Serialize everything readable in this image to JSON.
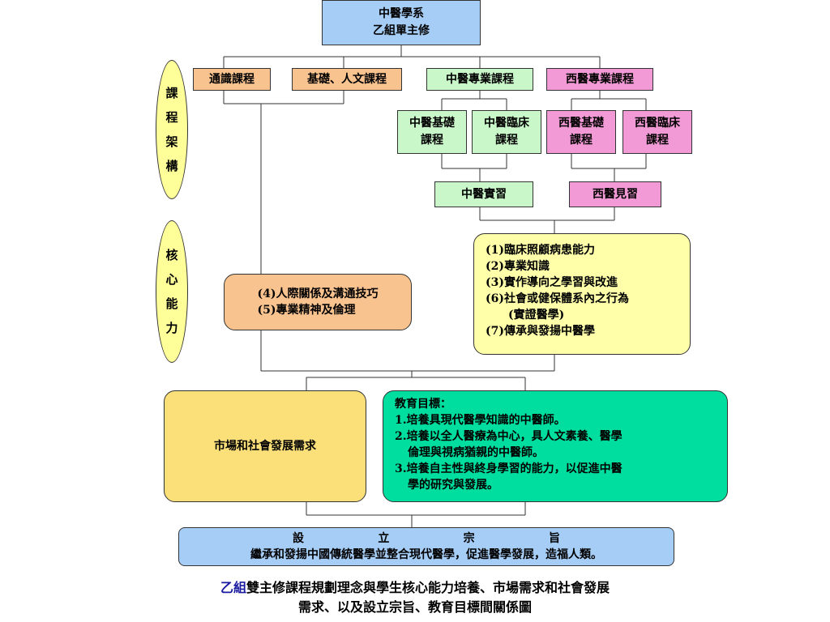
{
  "top": {
    "line1": "中醫學系",
    "line2": "乙組單主修"
  },
  "side_labels": {
    "course": [
      "課",
      "程",
      "架",
      "構"
    ],
    "core": [
      "核",
      "心",
      "能",
      "力"
    ]
  },
  "courses": {
    "general": "通識課程",
    "humanities": "基礎、人文課程",
    "tcm": "中醫專業課程",
    "western": "西醫專業課程"
  },
  "sub_courses": {
    "tcm_basic": [
      "中醫基礎",
      "課程"
    ],
    "tcm_clinical": [
      "中醫臨床",
      "課程"
    ],
    "wm_basic": [
      "西醫基礎",
      "課程"
    ],
    "wm_clinical": [
      "西醫臨床",
      "課程"
    ]
  },
  "practice": {
    "tcm": "中醫實習",
    "wm": "西醫見習"
  },
  "core_left": [
    "(4)人際關係及溝通技巧",
    "(5)專業精神及倫理"
  ],
  "core_right": [
    "(1)臨床照顧病患能力",
    "(2)專業知識",
    "(3)實作導向之學習與改進",
    "(6)社會或健保體系內之行為",
    "(實證醫學)",
    "(7)傳承與發揚中醫學"
  ],
  "market": "市場和社會發展需求",
  "goals": {
    "title": "教育目標：",
    "lines": [
      "1.培養具現代醫學知識的中醫師。",
      "2.培養以全人醫療為中心，具人文素養、醫學",
      "倫理與視病猶親的中醫師。",
      "3.培養自主性與終身學習的能力，以促進中醫",
      "學的研究與發展。"
    ]
  },
  "mission": {
    "title": [
      "設",
      "立",
      "宗",
      "旨"
    ],
    "text": "繼承和發揚中國傳統醫學並整合現代醫學，促進醫學發展，造福人類。"
  },
  "caption": {
    "highlight": "乙組",
    "line1": "雙主修課程規劃理念與學生核心能力培養、市場需求和社會發展",
    "line2": "需求、以及設立宗旨、教育目標間關係圖"
  },
  "colors": {
    "blue": "#a6cdf5",
    "orange": "#f9c38f",
    "green": "#c9f7c9",
    "pink": "#f29ad6",
    "yellow": "#ffffaa",
    "gold": "#fbe07a",
    "teal": "#00de9f"
  }
}
